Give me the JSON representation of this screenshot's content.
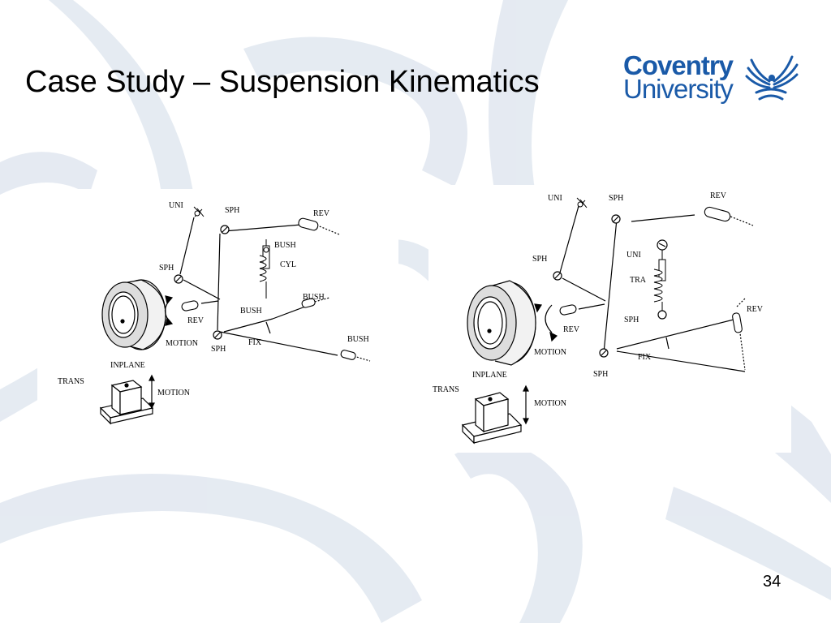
{
  "slide": {
    "title": "Case Study – Suspension Kinematics",
    "page_number": "34",
    "logo": {
      "line1": "Coventry",
      "line2": "University",
      "color": "#1a5aa8"
    }
  },
  "left_diagram": {
    "labels": {
      "uni": "UNI",
      "sph_top": "SPH",
      "rev_top": "REV",
      "bush_top": "BUSH",
      "cyl": "CYL",
      "sph_left": "SPH",
      "bush_mid": "BUSH",
      "bush_right": "BUSH",
      "rev_mid": "REV",
      "motion_mid": "MOTION",
      "sph_bottom": "SPH",
      "fix": "FIX",
      "bush_far": "BUSH",
      "inplane": "INPLANE",
      "trans": "TRANS",
      "motion_bottom": "MOTION"
    }
  },
  "right_diagram": {
    "labels": {
      "uni_top": "UNI",
      "sph_top": "SPH",
      "rev_top": "REV",
      "sph_left": "SPH",
      "uni_mid": "UNI",
      "tra": "TRA",
      "rev_mid": "REV",
      "motion_mid": "MOTION",
      "sph_mid": "SPH",
      "rev_right": "REV",
      "fix": "FIX",
      "sph_bottom": "SPH",
      "inplane": "INPLANE",
      "trans": "TRANS",
      "motion_bottom": "MOTION"
    }
  }
}
